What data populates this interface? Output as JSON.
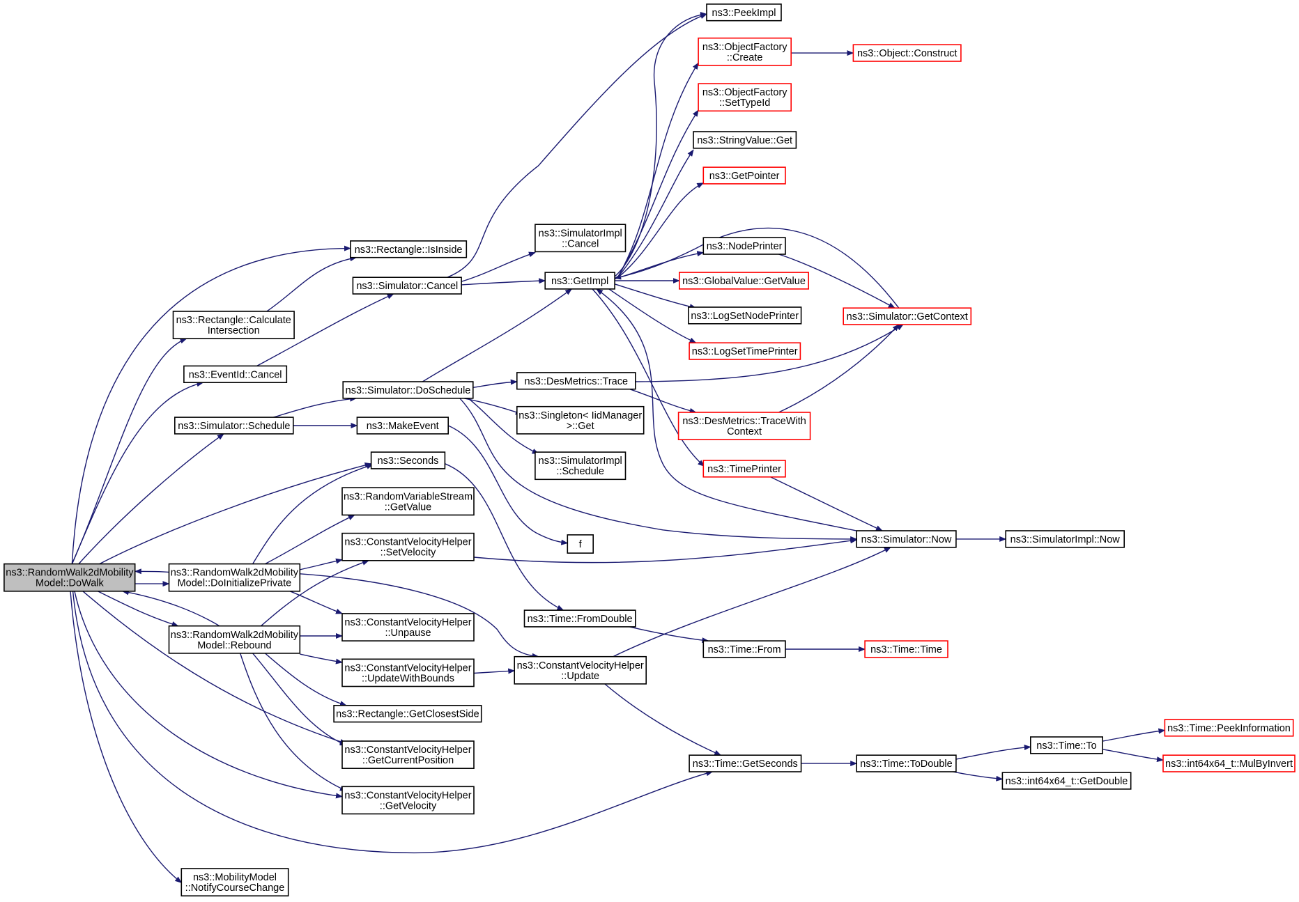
{
  "colors": {
    "edge": "#191970",
    "normal_border": "#000000",
    "truncated_border": "#ff0000",
    "focus_fill": "#bfbfbf",
    "node_fill": "#ffffff"
  },
  "nodes": [
    {
      "id": "dowalk",
      "lines": [
        "ns3::RandomWalk2dMobility",
        "Model::DoWalk"
      ],
      "kind": "focus"
    },
    {
      "id": "isinside",
      "lines": [
        "ns3::Rectangle::IsInside"
      ],
      "kind": "normal"
    },
    {
      "id": "calcint",
      "lines": [
        "ns3::Rectangle::Calculate",
        "Intersection"
      ],
      "kind": "normal"
    },
    {
      "id": "eventcancel",
      "lines": [
        "ns3::EventId::Cancel"
      ],
      "kind": "normal"
    },
    {
      "id": "simschedule",
      "lines": [
        "ns3::Simulator::Schedule"
      ],
      "kind": "normal"
    },
    {
      "id": "seconds",
      "lines": [
        "ns3::Seconds"
      ],
      "kind": "normal"
    },
    {
      "id": "doinit",
      "lines": [
        "ns3::RandomWalk2dMobility",
        "Model::DoInitializePrivate"
      ],
      "kind": "normal"
    },
    {
      "id": "rebound",
      "lines": [
        "ns3::RandomWalk2dMobility",
        "Model::Rebound"
      ],
      "kind": "normal"
    },
    {
      "id": "notify",
      "lines": [
        "ns3::MobilityModel",
        "::NotifyCourseChange"
      ],
      "kind": "normal"
    },
    {
      "id": "simcancel",
      "lines": [
        "ns3::Simulator::Cancel"
      ],
      "kind": "normal"
    },
    {
      "id": "dosched",
      "lines": [
        "ns3::Simulator::DoSchedule"
      ],
      "kind": "normal"
    },
    {
      "id": "makeevent",
      "lines": [
        "ns3::MakeEvent"
      ],
      "kind": "normal"
    },
    {
      "id": "rvsget",
      "lines": [
        "ns3::RandomVariableStream",
        "::GetValue"
      ],
      "kind": "normal"
    },
    {
      "id": "setvel",
      "lines": [
        "ns3::ConstantVelocityHelper",
        "::SetVelocity"
      ],
      "kind": "normal"
    },
    {
      "id": "unpause",
      "lines": [
        "ns3::ConstantVelocityHelper",
        "::Unpause"
      ],
      "kind": "normal"
    },
    {
      "id": "updbounds",
      "lines": [
        "ns3::ConstantVelocityHelper",
        "::UpdateWithBounds"
      ],
      "kind": "normal"
    },
    {
      "id": "closest",
      "lines": [
        "ns3::Rectangle::GetClosestSide"
      ],
      "kind": "normal"
    },
    {
      "id": "curpos",
      "lines": [
        "ns3::ConstantVelocityHelper",
        "::GetCurrentPosition"
      ],
      "kind": "normal"
    },
    {
      "id": "getvel",
      "lines": [
        "ns3::ConstantVelocityHelper",
        "::GetVelocity"
      ],
      "kind": "normal"
    },
    {
      "id": "simimplcancel",
      "lines": [
        "ns3::SimulatorImpl",
        "::Cancel"
      ],
      "kind": "normal"
    },
    {
      "id": "getimpl",
      "lines": [
        "ns3::GetImpl"
      ],
      "kind": "normal"
    },
    {
      "id": "destrace",
      "lines": [
        "ns3::DesMetrics::Trace"
      ],
      "kind": "normal"
    },
    {
      "id": "singleton",
      "lines": [
        "ns3::Singleton< IidManager",
        ">::Get"
      ],
      "kind": "normal"
    },
    {
      "id": "simimplsched",
      "lines": [
        "ns3::SimulatorImpl",
        "::Schedule"
      ],
      "kind": "normal"
    },
    {
      "id": "f",
      "lines": [
        "f"
      ],
      "kind": "normal"
    },
    {
      "id": "fromdouble",
      "lines": [
        "ns3::Time::FromDouble"
      ],
      "kind": "normal"
    },
    {
      "id": "cvhupdate",
      "lines": [
        "ns3::ConstantVelocityHelper",
        "::Update"
      ],
      "kind": "normal"
    },
    {
      "id": "peekimpl",
      "lines": [
        "ns3::PeekImpl"
      ],
      "kind": "normal"
    },
    {
      "id": "ofcreate",
      "lines": [
        "ns3::ObjectFactory",
        "::Create"
      ],
      "kind": "truncated"
    },
    {
      "id": "ofsettype",
      "lines": [
        "ns3::ObjectFactory",
        "::SetTypeId"
      ],
      "kind": "truncated"
    },
    {
      "id": "strget",
      "lines": [
        "ns3::StringValue::Get"
      ],
      "kind": "normal"
    },
    {
      "id": "getpointer",
      "lines": [
        "ns3::GetPointer"
      ],
      "kind": "truncated"
    },
    {
      "id": "nodeprinter",
      "lines": [
        "ns3::NodePrinter"
      ],
      "kind": "normal"
    },
    {
      "id": "gvgetvalue",
      "lines": [
        "ns3::GlobalValue::GetValue"
      ],
      "kind": "truncated"
    },
    {
      "id": "lognode",
      "lines": [
        "ns3::LogSetNodePrinter"
      ],
      "kind": "normal"
    },
    {
      "id": "logtime",
      "lines": [
        "ns3::LogSetTimePrinter"
      ],
      "kind": "truncated"
    },
    {
      "id": "tracewith",
      "lines": [
        "ns3::DesMetrics::TraceWith",
        "Context"
      ],
      "kind": "truncated"
    },
    {
      "id": "timeprinter",
      "lines": [
        "ns3::TimePrinter"
      ],
      "kind": "truncated"
    },
    {
      "id": "timefrom",
      "lines": [
        "ns3::Time::From"
      ],
      "kind": "normal"
    },
    {
      "id": "getseconds",
      "lines": [
        "ns3::Time::GetSeconds"
      ],
      "kind": "normal"
    },
    {
      "id": "objconstruct",
      "lines": [
        "ns3::Object::Construct"
      ],
      "kind": "truncated"
    },
    {
      "id": "getcontext",
      "lines": [
        "ns3::Simulator::GetContext"
      ],
      "kind": "truncated"
    },
    {
      "id": "simnow",
      "lines": [
        "ns3::Simulator::Now"
      ],
      "kind": "normal"
    },
    {
      "id": "timetime",
      "lines": [
        "ns3::Time::Time"
      ],
      "kind": "truncated"
    },
    {
      "id": "todouble",
      "lines": [
        "ns3::Time::ToDouble"
      ],
      "kind": "normal"
    },
    {
      "id": "simimplnow",
      "lines": [
        "ns3::SimulatorImpl::Now"
      ],
      "kind": "normal"
    },
    {
      "id": "timeto",
      "lines": [
        "ns3::Time::To"
      ],
      "kind": "normal"
    },
    {
      "id": "getdouble",
      "lines": [
        "ns3::int64x64_t::GetDouble"
      ],
      "kind": "normal"
    },
    {
      "id": "peekinfo",
      "lines": [
        "ns3::Time::PeekInformation"
      ],
      "kind": "truncated"
    },
    {
      "id": "mulbyinvert",
      "lines": [
        "ns3::int64x64_t::MulByInvert"
      ],
      "kind": "truncated"
    }
  ],
  "edges": [
    [
      "dowalk",
      "isinside"
    ],
    [
      "dowalk",
      "calcint"
    ],
    [
      "dowalk",
      "eventcancel"
    ],
    [
      "dowalk",
      "simschedule"
    ],
    [
      "dowalk",
      "seconds"
    ],
    [
      "dowalk",
      "doinit"
    ],
    [
      "dowalk",
      "rebound"
    ],
    [
      "dowalk",
      "curpos"
    ],
    [
      "dowalk",
      "getvel"
    ],
    [
      "dowalk",
      "getseconds"
    ],
    [
      "dowalk",
      "notify"
    ],
    [
      "doinit",
      "dowalk"
    ],
    [
      "rebound",
      "dowalk"
    ],
    [
      "calcint",
      "isinside"
    ],
    [
      "eventcancel",
      "simcancel"
    ],
    [
      "simschedule",
      "dosched"
    ],
    [
      "simschedule",
      "makeevent"
    ],
    [
      "doinit",
      "seconds"
    ],
    [
      "doinit",
      "rvsget"
    ],
    [
      "doinit",
      "setvel"
    ],
    [
      "doinit",
      "unpause"
    ],
    [
      "doinit",
      "cvhupdate"
    ],
    [
      "rebound",
      "setvel"
    ],
    [
      "rebound",
      "unpause"
    ],
    [
      "rebound",
      "updbounds"
    ],
    [
      "rebound",
      "closest"
    ],
    [
      "rebound",
      "curpos"
    ],
    [
      "rebound",
      "getvel"
    ],
    [
      "simcancel",
      "peekimpl"
    ],
    [
      "simcancel",
      "simimplcancel"
    ],
    [
      "simcancel",
      "getimpl"
    ],
    [
      "dosched",
      "getimpl"
    ],
    [
      "dosched",
      "destrace"
    ],
    [
      "dosched",
      "singleton"
    ],
    [
      "dosched",
      "simimplsched"
    ],
    [
      "dosched",
      "simnow"
    ],
    [
      "makeevent",
      "f"
    ],
    [
      "seconds",
      "fromdouble"
    ],
    [
      "setvel",
      "simnow"
    ],
    [
      "updbounds",
      "cvhupdate"
    ],
    [
      "cvhupdate",
      "simnow"
    ],
    [
      "cvhupdate",
      "getseconds"
    ],
    [
      "getimpl",
      "peekimpl"
    ],
    [
      "getimpl",
      "ofcreate"
    ],
    [
      "getimpl",
      "ofsettype"
    ],
    [
      "getimpl",
      "strget"
    ],
    [
      "getimpl",
      "getpointer"
    ],
    [
      "getimpl",
      "nodeprinter"
    ],
    [
      "getimpl",
      "gvgetvalue"
    ],
    [
      "getimpl",
      "lognode"
    ],
    [
      "getimpl",
      "logtime"
    ],
    [
      "getimpl",
      "timeprinter"
    ],
    [
      "ofcreate",
      "objconstruct"
    ],
    [
      "nodeprinter",
      "getcontext"
    ],
    [
      "getcontext",
      "getimpl"
    ],
    [
      "destrace",
      "getcontext"
    ],
    [
      "destrace",
      "tracewith"
    ],
    [
      "tracewith",
      "getcontext"
    ],
    [
      "timeprinter",
      "simnow"
    ],
    [
      "simnow",
      "getimpl"
    ],
    [
      "simnow",
      "simimplnow"
    ],
    [
      "fromdouble",
      "timefrom"
    ],
    [
      "timefrom",
      "timetime"
    ],
    [
      "getseconds",
      "todouble"
    ],
    [
      "todouble",
      "timeto"
    ],
    [
      "todouble",
      "getdouble"
    ],
    [
      "timeto",
      "peekinfo"
    ],
    [
      "timeto",
      "mulbyinvert"
    ]
  ]
}
